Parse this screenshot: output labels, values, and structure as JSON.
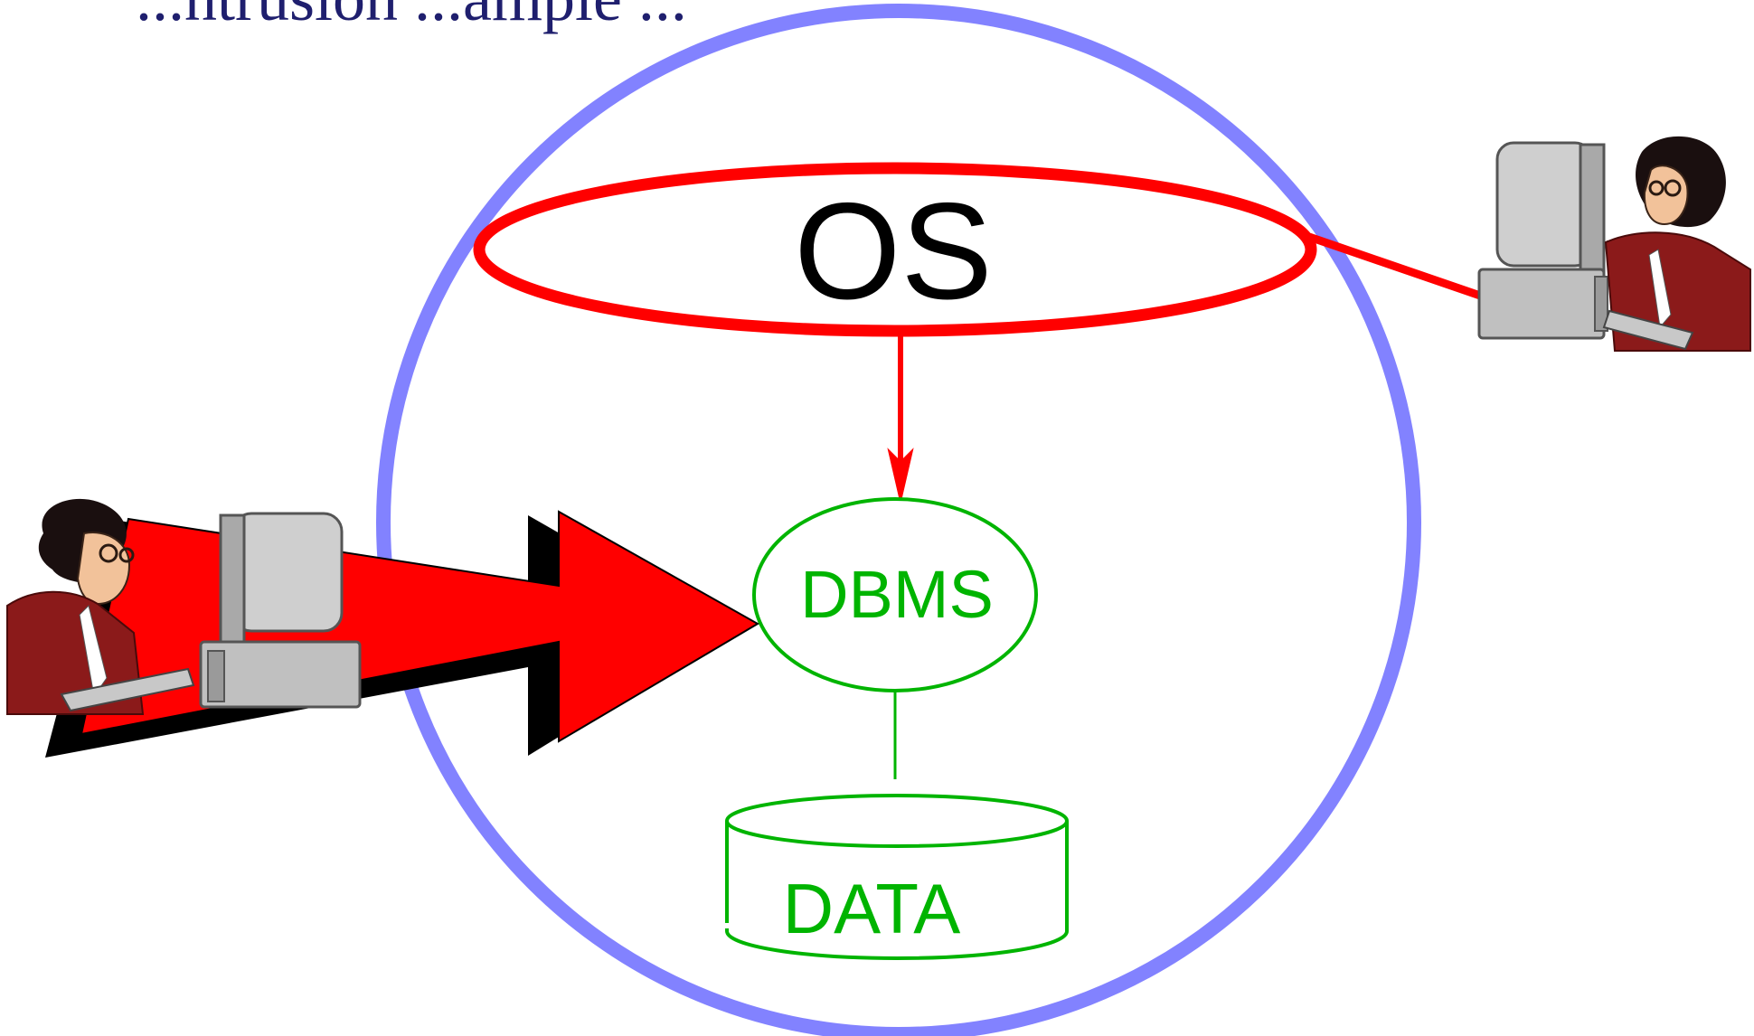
{
  "slide": {
    "title_partial": "...ntrusion ...ample ...",
    "colors": {
      "outer_circle": "#8282ff",
      "os_ring": "#ff0000",
      "dbms": "#00b400",
      "arrow_fill": "#ff0000",
      "arrow_shadow": "#000000"
    }
  },
  "diagram": {
    "os_label": "OS",
    "dbms_label": "DBMS",
    "data_label": "DATA",
    "left_user": {
      "icon": "user-at-computer-icon"
    },
    "right_user": {
      "icon": "user-at-computer-icon"
    }
  }
}
